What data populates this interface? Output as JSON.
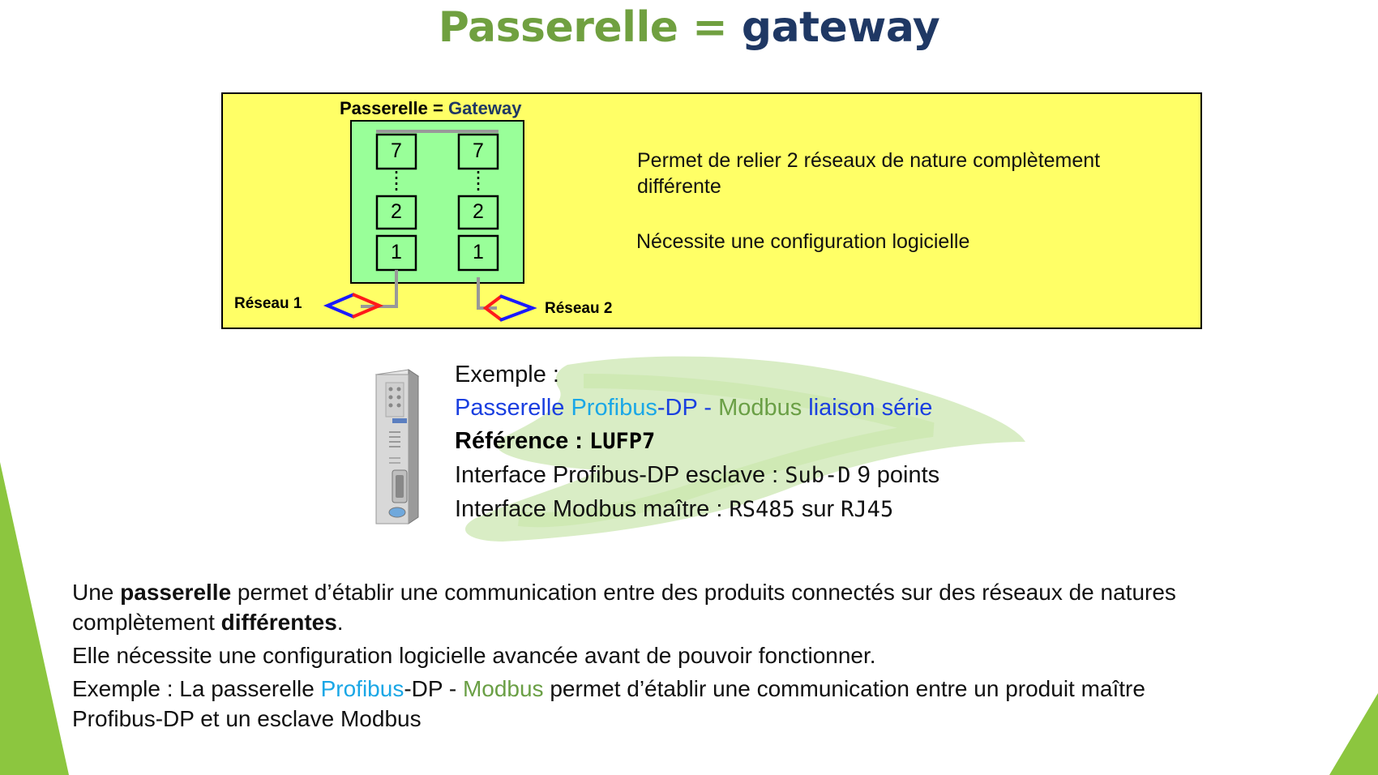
{
  "title": {
    "part1": "Passerelle",
    "part2": " = ",
    "part3": "gateway"
  },
  "diagram": {
    "heading_a": "Passerelle = ",
    "heading_b": "Gateway",
    "left_stack": [
      "7",
      "2",
      "1"
    ],
    "right_stack": [
      "7",
      "2",
      "1"
    ],
    "network1": "Réseau 1",
    "network2": "Réseau 2",
    "desc1_line1": "Permet de relier 2 réseaux de nature complètement",
    "desc1_line2": "différente",
    "desc2": "Nécessite une configuration logicielle"
  },
  "example": {
    "label": "Exemple :",
    "product_a": "Passerelle ",
    "product_b": "Profibus",
    "product_c": "-DP - ",
    "product_d": "Modbus",
    "product_e": " liaison série",
    "ref_label": "Référence : ",
    "ref_value": "LUFP7",
    "line4_a": "Interface Profibus-DP esclave : ",
    "line4_b": "Sub-D",
    "line4_c": " 9 points",
    "line5_a": "Interface Modbus maître : ",
    "line5_b": "RS485",
    "line5_c": " sur ",
    "line5_d": "RJ45"
  },
  "text": {
    "p1_a": "Une ",
    "p1_b": "passerelle",
    "p1_c": " permet d’établir une communication entre des produits connectés sur des réseaux de natures",
    "p1_d": "complètement ",
    "p1_e": "différentes",
    "p1_f": ".",
    "p2": "Elle nécessite une configuration logicielle avancée avant de pouvoir fonctionner.",
    "p3_a": "Exemple : La passerelle ",
    "p3_b": "Profibus",
    "p3_c": "-DP - ",
    "p3_d": "Modbus",
    "p3_e": " permet d’établir une communication entre un produit maître",
    "p3_f": "Profibus-DP et un esclave Modbus"
  },
  "colors": {
    "title_green": "#70a040",
    "title_navy": "#1f3864",
    "yellow": "#ffff66",
    "gateway_green": "#99ff99",
    "accent_blue": "#1a3fe0",
    "accent_cyan": "#1aa7e6",
    "accent_green": "#6a9f45",
    "arrow_red": "#ff1a1a",
    "arrow_blue": "#1a1aff"
  }
}
